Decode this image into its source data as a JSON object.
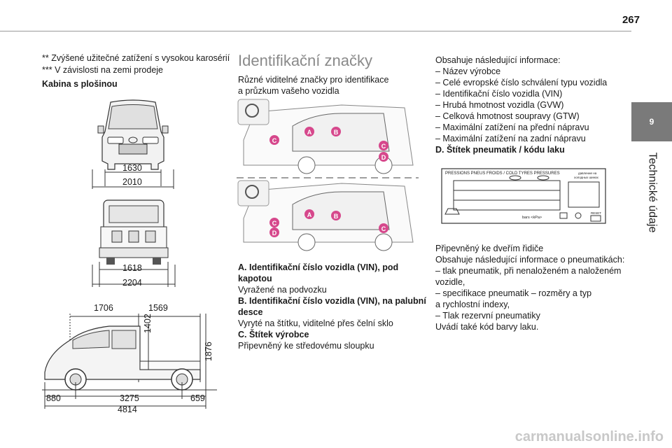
{
  "page": {
    "number": "267",
    "side_tab_number": "9",
    "side_tab_label": "Technické údaje",
    "watermark": "carmanualsonline.info"
  },
  "left_column": {
    "footnote_1": "** Zvýšené užitečné zatížení s vysokou karosérií",
    "footnote_2": "*** V závislosti na zemi prodeje",
    "heading": "Kabina s plošinou",
    "front_view": {
      "inner_width": "1630",
      "outer_width": "2010"
    },
    "rear_view": {
      "inner_width": "1618",
      "outer_width": "2204"
    },
    "side_view": {
      "top_left": "1706",
      "top_right": "1569",
      "height_inner": "1402",
      "height_total": "1876",
      "front_overhang": "880",
      "wheelbase": "3275",
      "rear_overhang": "659",
      "total_length": "4814"
    }
  },
  "middle_column": {
    "title": "Identifikační značky",
    "intro_1": "Různé viditelné značky pro identifikace",
    "intro_2": "a průzkum vašeho vozidla",
    "markers": [
      "A",
      "B",
      "C",
      "D"
    ],
    "item_a_1": "A. Identifikační číslo vozidla (VIN), pod",
    "item_a_2": "kapotou",
    "item_a_desc": "Vyražené na podvozku",
    "item_b_1": "B. Identifikační číslo vozidla (VIN), na palubní",
    "item_b_2": "desce",
    "item_b_desc": "Vyryté na štítku, viditelné přes čelní sklo",
    "item_c": "C. Štítek výrobce",
    "item_c_desc": "Připevněný ke středovému sloupku"
  },
  "right_column": {
    "intro": "Obsahuje následující informace:",
    "list": [
      "–  Název výrobce",
      "–  Celé evropské číslo schválení typu vozidla",
      "–  Identifikační číslo vozidla (VIN)",
      "–  Hrubá hmotnost vozidla (GVW)",
      "–  Celková hmotnost soupravy (GTW)",
      "–  Maximální zatížení na přední nápravu",
      "–  Maximální zatížení na zadní nápravu"
    ],
    "item_d": "D. Štítek pneumatik / kódu laku",
    "label": {
      "title": "PRESSIONS PNEUS FROIDS / COLD TYRES PRESSURES",
      "title_ru": "давление на",
      "title_ru_2": "холодных шинах",
      "units": "bars  <kPa>",
      "reset": "RESET"
    },
    "after_1": "Připevněný ke dveřím řidiče",
    "after_2": "Obsahuje následující informace o pneumatikách:",
    "after_3": "–  tlak pneumatik, při nenaloženém a naloženém",
    "after_4": "vozidle,",
    "after_5": "–  specifikace pneumatik – rozměry a typ",
    "after_6": "a rychlostní indexy,",
    "after_7": "–  Tlak rezervní pneumatiky",
    "after_8": "Uvádí také kód barvy laku."
  }
}
